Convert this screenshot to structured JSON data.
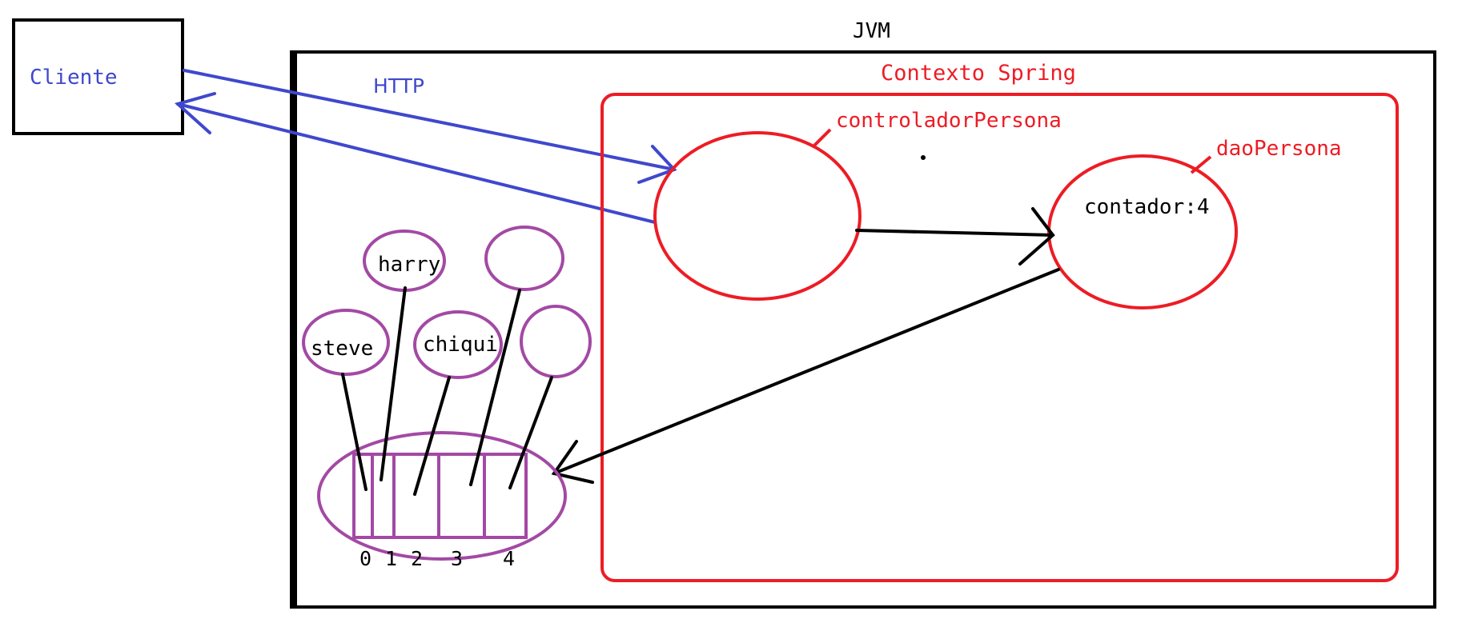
{
  "colors": {
    "black": "#000000",
    "blue": "#3f48cc",
    "red": "#ed1c24",
    "purple": "#a349a4"
  },
  "client": {
    "label": "Cliente"
  },
  "jvm": {
    "label": "JVM"
  },
  "http": {
    "label": "HTTP"
  },
  "spring": {
    "label": "Contexto Spring",
    "controller": {
      "label": "controladorPersona"
    },
    "dao": {
      "label": "daoPersona",
      "counter": "contador:4"
    }
  },
  "persons": [
    {
      "label": "steve"
    },
    {
      "label": "harry"
    },
    {
      "label": "chiqui"
    },
    {
      "label": ""
    },
    {
      "label": ""
    }
  ],
  "array": {
    "indices": [
      "0",
      "1",
      "2",
      "3",
      "4"
    ]
  }
}
